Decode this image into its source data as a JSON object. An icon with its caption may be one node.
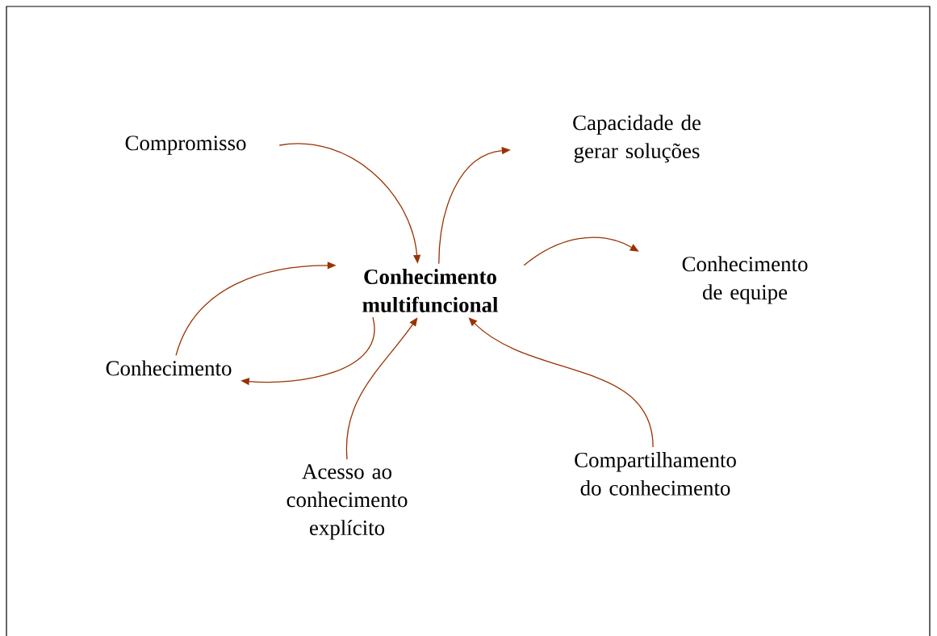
{
  "diagram": {
    "nodes": [
      {
        "text": [
          "Conhecimento multifuncional"
        ]
      },
      {
        "text": [
          "Compromisso"
        ]
      },
      {
        "text": [
          "Capacidade de gerar soluções"
        ]
      },
      {
        "text": [
          "Conhecimento de equipe"
        ]
      },
      {
        "text": [
          "Conhecimento"
        ]
      },
      {
        "text": [
          "Acesso ao conhecimento explícito"
        ]
      },
      {
        "text": [
          "Compartilhamento do conhecimento"
        ]
      }
    ],
    "edges": [
      {
        "from": 1,
        "to": 0,
        "arrow": "to"
      },
      {
        "from": 0,
        "to": 2,
        "arrow": "to"
      },
      {
        "from": 0,
        "to": 3,
        "arrow": "to"
      },
      {
        "from": 4,
        "to": 0,
        "arrow": "to"
      },
      {
        "from": 0,
        "to": 4,
        "arrow": "to"
      },
      {
        "from": 5,
        "to": 0,
        "arrow": "to"
      },
      {
        "from": 6,
        "to": 0,
        "arrow": "to"
      }
    ]
  }
}
